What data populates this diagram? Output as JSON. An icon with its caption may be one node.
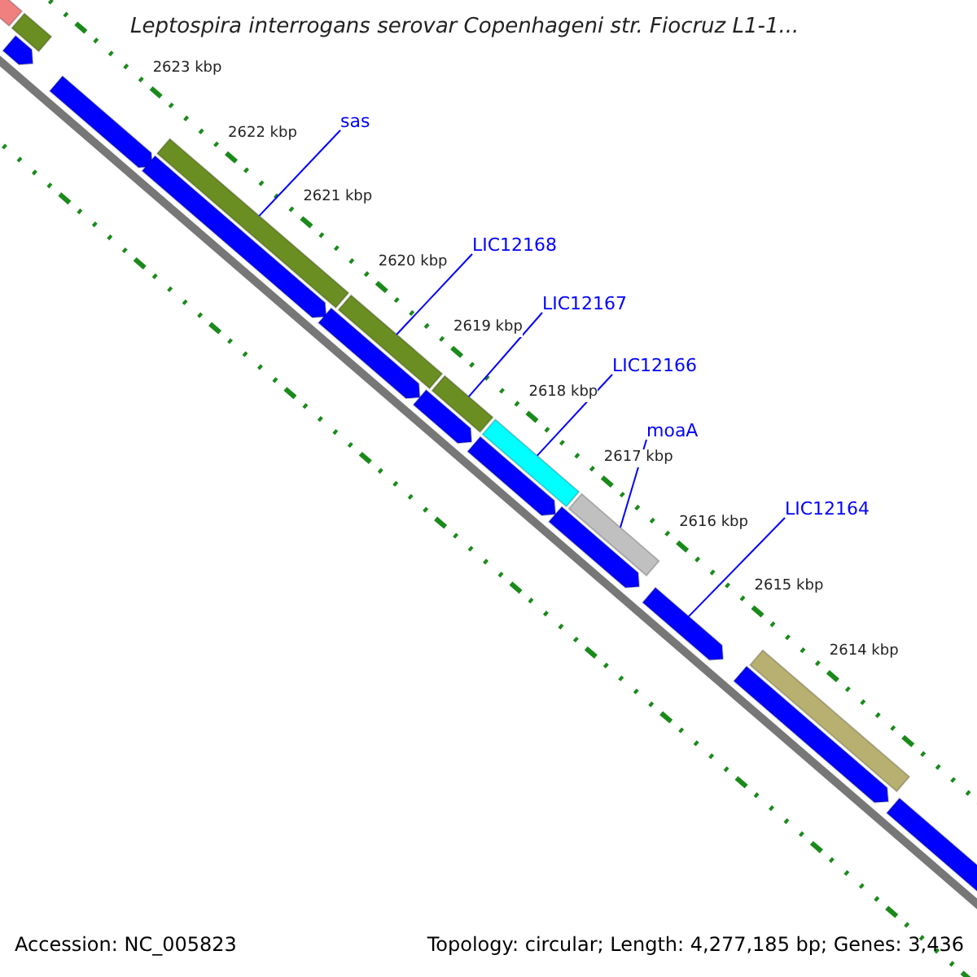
{
  "diagram": {
    "title": "Leptospira interrogans serovar Copenhageni str. Fiocruz L1-1...",
    "nodes": [
      {
        "text": [
          "sas"
        ]
      },
      {
        "text": [],
        "shape": "bar"
      },
      {
        "text": [
          "LIC12168"
        ]
      },
      {
        "text": [],
        "shape": "bar"
      },
      {
        "text": [
          "LIC12167"
        ]
      },
      {
        "text": [],
        "shape": "bar"
      },
      {
        "text": [
          "LIC12166"
        ]
      },
      {
        "text": [],
        "shape": "bar"
      },
      {
        "text": [
          "moaA"
        ]
      },
      {
        "text": [],
        "shape": "bar"
      },
      {
        "text": [
          "LIC12164"
        ]
      },
      {
        "text": [],
        "shape": "bar"
      },
      {
        "text": [],
        "shape": "bar"
      },
      {
        "text": [],
        "shape": "bar"
      },
      {
        "text": [],
        "shape": "bar"
      },
      {
        "text": [],
        "shape": "bar"
      },
      {
        "text": [],
        "shape": "bar"
      },
      {
        "text": [],
        "shape": "bar"
      },
      {
        "text": [],
        "shape": "bar"
      },
      {
        "text": [],
        "shape": "bar"
      },
      {
        "text": [],
        "shape": "bar"
      },
      {
        "text": [],
        "shape": "bar"
      },
      {
        "text": [],
        "shape": "bar"
      },
      {
        "text": [],
        "shape": "bar"
      }
    ],
    "edges": [
      {
        "from": 0,
        "to": 1,
        "arrow": "none"
      },
      {
        "from": 2,
        "to": 3,
        "arrow": "none"
      },
      {
        "from": 4,
        "to": 5,
        "arrow": "none"
      },
      {
        "from": 6,
        "to": 7,
        "arrow": "none"
      },
      {
        "from": 8,
        "to": 9,
        "arrow": "none"
      },
      {
        "from": 10,
        "to": 11,
        "arrow": "none"
      }
    ],
    "labels": [
      "2623 kbp",
      "2622 kbp",
      "2621 kbp",
      "2620 kbp",
      "2619 kbp",
      "2618 kbp",
      "2617 kbp",
      "2616 kbp",
      "2615 kbp",
      "2614 kbp",
      "Accession: NC_005823",
      "Topology: circular; Length: 4,277,185 bp; Genes: 3,436"
    ]
  }
}
